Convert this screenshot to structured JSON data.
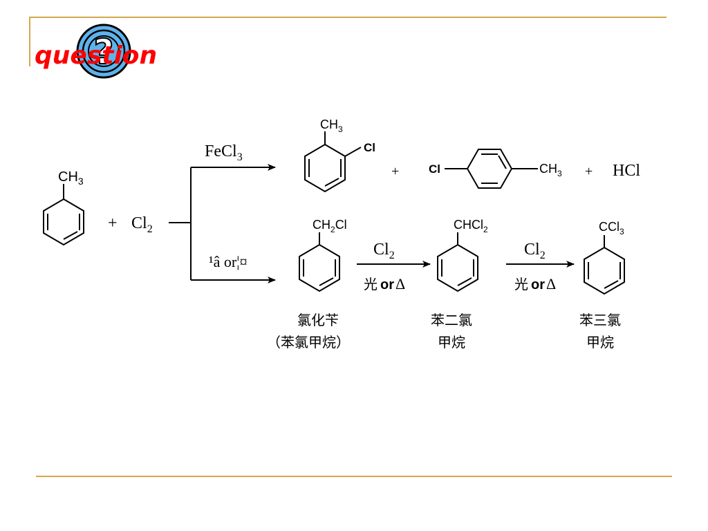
{
  "header": {
    "title": "question",
    "badge_glyph": "?",
    "colors": {
      "title": "#ff0000",
      "badge_fill": "#5fb2ea",
      "badge_stroke": "#000000",
      "rule": "#d6a64a"
    }
  },
  "reaction": {
    "toluene": {
      "group": "CH",
      "group_sub": "3"
    },
    "reagent": {
      "plus": "+",
      "label": "Cl",
      "sub": "2"
    },
    "upper_condition": {
      "label": "FeCl",
      "sub": "3"
    },
    "lower_condition": "¹â or¦¤",
    "ortho_product": {
      "methyl": "CH",
      "methyl_sub": "3",
      "chloro": "Cl"
    },
    "plus_1": "+",
    "para_product": {
      "chloro": "Cl",
      "methyl": "CH",
      "methyl_sub": "3"
    },
    "plus_2": "+",
    "byproduct": "HCl",
    "step_1": {
      "reagent": "Cl",
      "reagent_sub": "2",
      "condition_light": "光",
      "condition_or": "or",
      "condition_heat": "Δ"
    },
    "step_2": {
      "reagent": "Cl",
      "reagent_sub": "2",
      "condition_light": "光",
      "condition_or": "or",
      "condition_heat": "Δ"
    },
    "benzyl_chloride": {
      "group": "CH",
      "group_sub": "2",
      "group_tail": "Cl",
      "name_line1": "氯化苄",
      "name_line2": "（苯氯甲烷）"
    },
    "benzal_chloride": {
      "group": "CHCl",
      "group_sub": "2",
      "name_line1": "苯二氯",
      "name_line2": "甲烷"
    },
    "benzotrichloride": {
      "group": "CCl",
      "group_sub": "3",
      "name_line1": "苯三氯",
      "name_line2": "甲烷"
    }
  }
}
